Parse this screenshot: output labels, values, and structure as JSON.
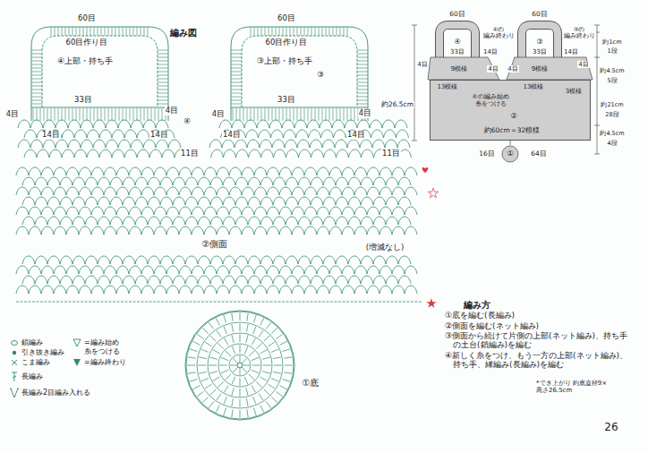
{
  "diagram": {
    "title": "編み図",
    "nodes": [
      {
        "text": [
          "②"
        ]
      },
      {
        "text": [
          "①"
        ]
      },
      {
        "text": [
          "②側面"
        ]
      },
      {
        "text": [
          "①底"
        ]
      }
    ],
    "edges": [
      {
        "from": 0,
        "to": 1,
        "arrow": "none"
      }
    ],
    "labels": [
      "60目",
      "60目作り目",
      "④上部・持ち手",
      "33目",
      "4目",
      "4目",
      "④",
      "14目",
      "14目",
      "60目",
      "60目作り目",
      "③上部・持ち手",
      "③",
      "33目",
      "4目",
      "4目",
      "14目",
      "14目",
      "11目",
      "11目",
      "(増減なし)",
      "60目",
      "60目",
      "④の 編み終わり",
      "③の 編み終わり",
      "④",
      "③",
      "33目",
      "14目",
      "33目",
      "14目",
      "4目",
      "9模様",
      "4目",
      "4目",
      "9模様",
      "4目",
      "13模様",
      "13模様",
      "3模様",
      "④の編み始め 糸をつける",
      "約26.5cm",
      "約60cm＝32模様",
      "16目",
      "64目",
      "約1cm",
      "1段",
      "約4.5cm",
      "5段",
      "約21cm",
      "28段",
      "約4.5cm",
      "4段",
      "編み方",
      "①底を編む(長編み)",
      "②側面を編む(ネット編み)",
      "③側面から続けて片側の上部(ネット編み)、持ち手の土台(鎖編み)を編む",
      "④新しく糸をつけ、もう一方の上部(ネット編み)、持ち手、縁編み(長編み)を編む",
      "*でき上がり 約底直径9×高さ26.5cm",
      "26"
    ],
    "legend": [
      {
        "text": "鎖編み"
      },
      {
        "text": "引き抜き編み"
      },
      {
        "text": "こま編み"
      },
      {
        "text": "長編み"
      },
      {
        "text": "長編み2目編み入れる"
      },
      {
        "text": "=編み始め 糸をつける"
      },
      {
        "text": "=編み終わり"
      }
    ]
  }
}
